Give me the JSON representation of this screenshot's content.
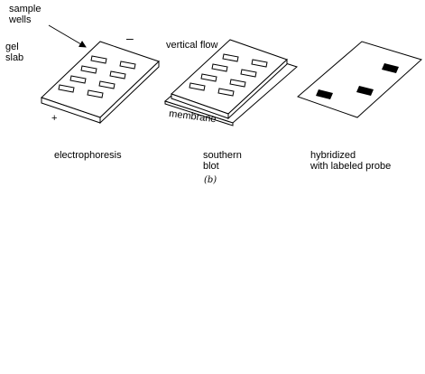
{
  "labels": {
    "sample_wells": "sample\nwells",
    "gel_slab": "gel\nslab",
    "minus": "–",
    "plus": "+",
    "vertical_flow": "vertical flow",
    "membrane": "membrane",
    "electrophoresis": "electrophoresis",
    "southern_blot": "southern\nblot",
    "hybridized": "hybridized\nwith labeled probe",
    "panel": "(b)"
  }
}
